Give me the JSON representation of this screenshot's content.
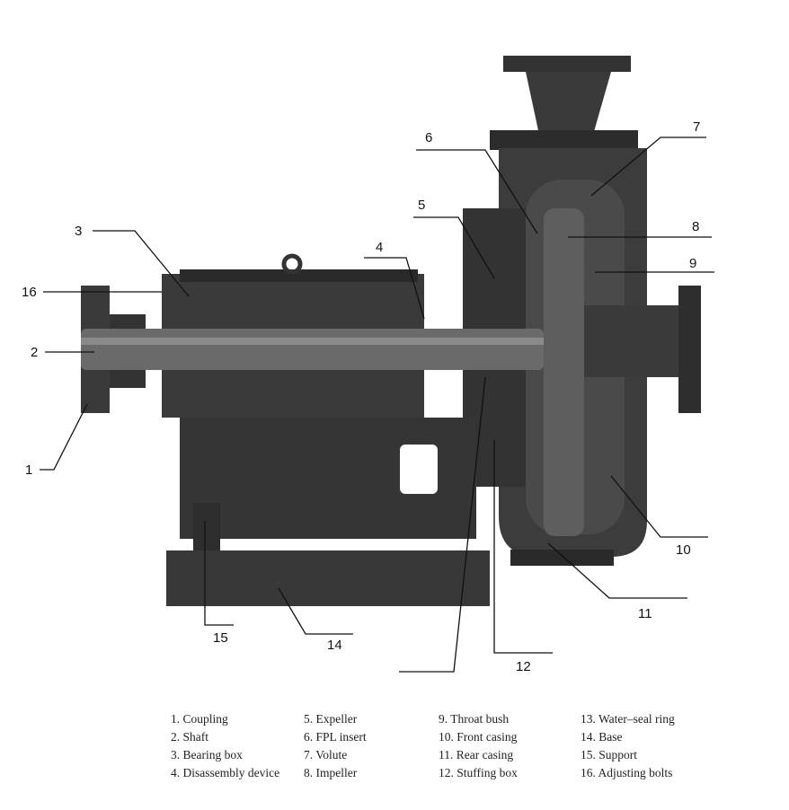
{
  "callouts": [
    "1",
    "2",
    "3",
    "4",
    "5",
    "6",
    "7",
    "8",
    "9",
    "10",
    "11",
    "12",
    "14",
    "15",
    "16"
  ],
  "legend": [
    "1. Coupling",
    "5. Expeller",
    "9. Throat bush",
    "13. Water–seal ring",
    "2. Shaft",
    "6. FPL insert",
    "10. Front casing",
    "14. Base",
    "3. Bearing box",
    "7. Volute",
    "11. Rear casing",
    "15. Support",
    "4. Disassembly device",
    "8. Impeller",
    "12. Stuffing box",
    "16. Adjusting bolts"
  ],
  "colors": {
    "body": "#3a3a3a",
    "dark": "#262626",
    "light": "#5a5a5a"
  }
}
